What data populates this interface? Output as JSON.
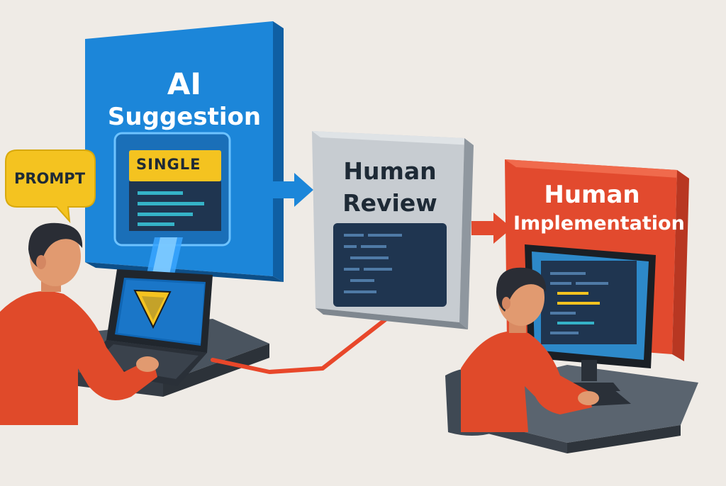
{
  "diagram": {
    "prompt_bubble": {
      "label": "PROMPT"
    },
    "ai_panel": {
      "title_line1": "AI",
      "title_line2": "Suggestion",
      "card_label": "SINGLE"
    },
    "review_panel": {
      "title_line1": "Human",
      "title_line2": "Review"
    },
    "implementation_panel": {
      "title_line1": "Human",
      "title_line2": "Implementation"
    }
  },
  "colors": {
    "background": "#efebe6",
    "ai_blue": "#1c86d9",
    "review_gray": "#c7ccd1",
    "implementation_red": "#e24a2e",
    "accent_yellow": "#f4c320",
    "code_navy": "#1f3550",
    "shirt_orange": "#e04a2a",
    "connector_red": "#e8472a"
  }
}
